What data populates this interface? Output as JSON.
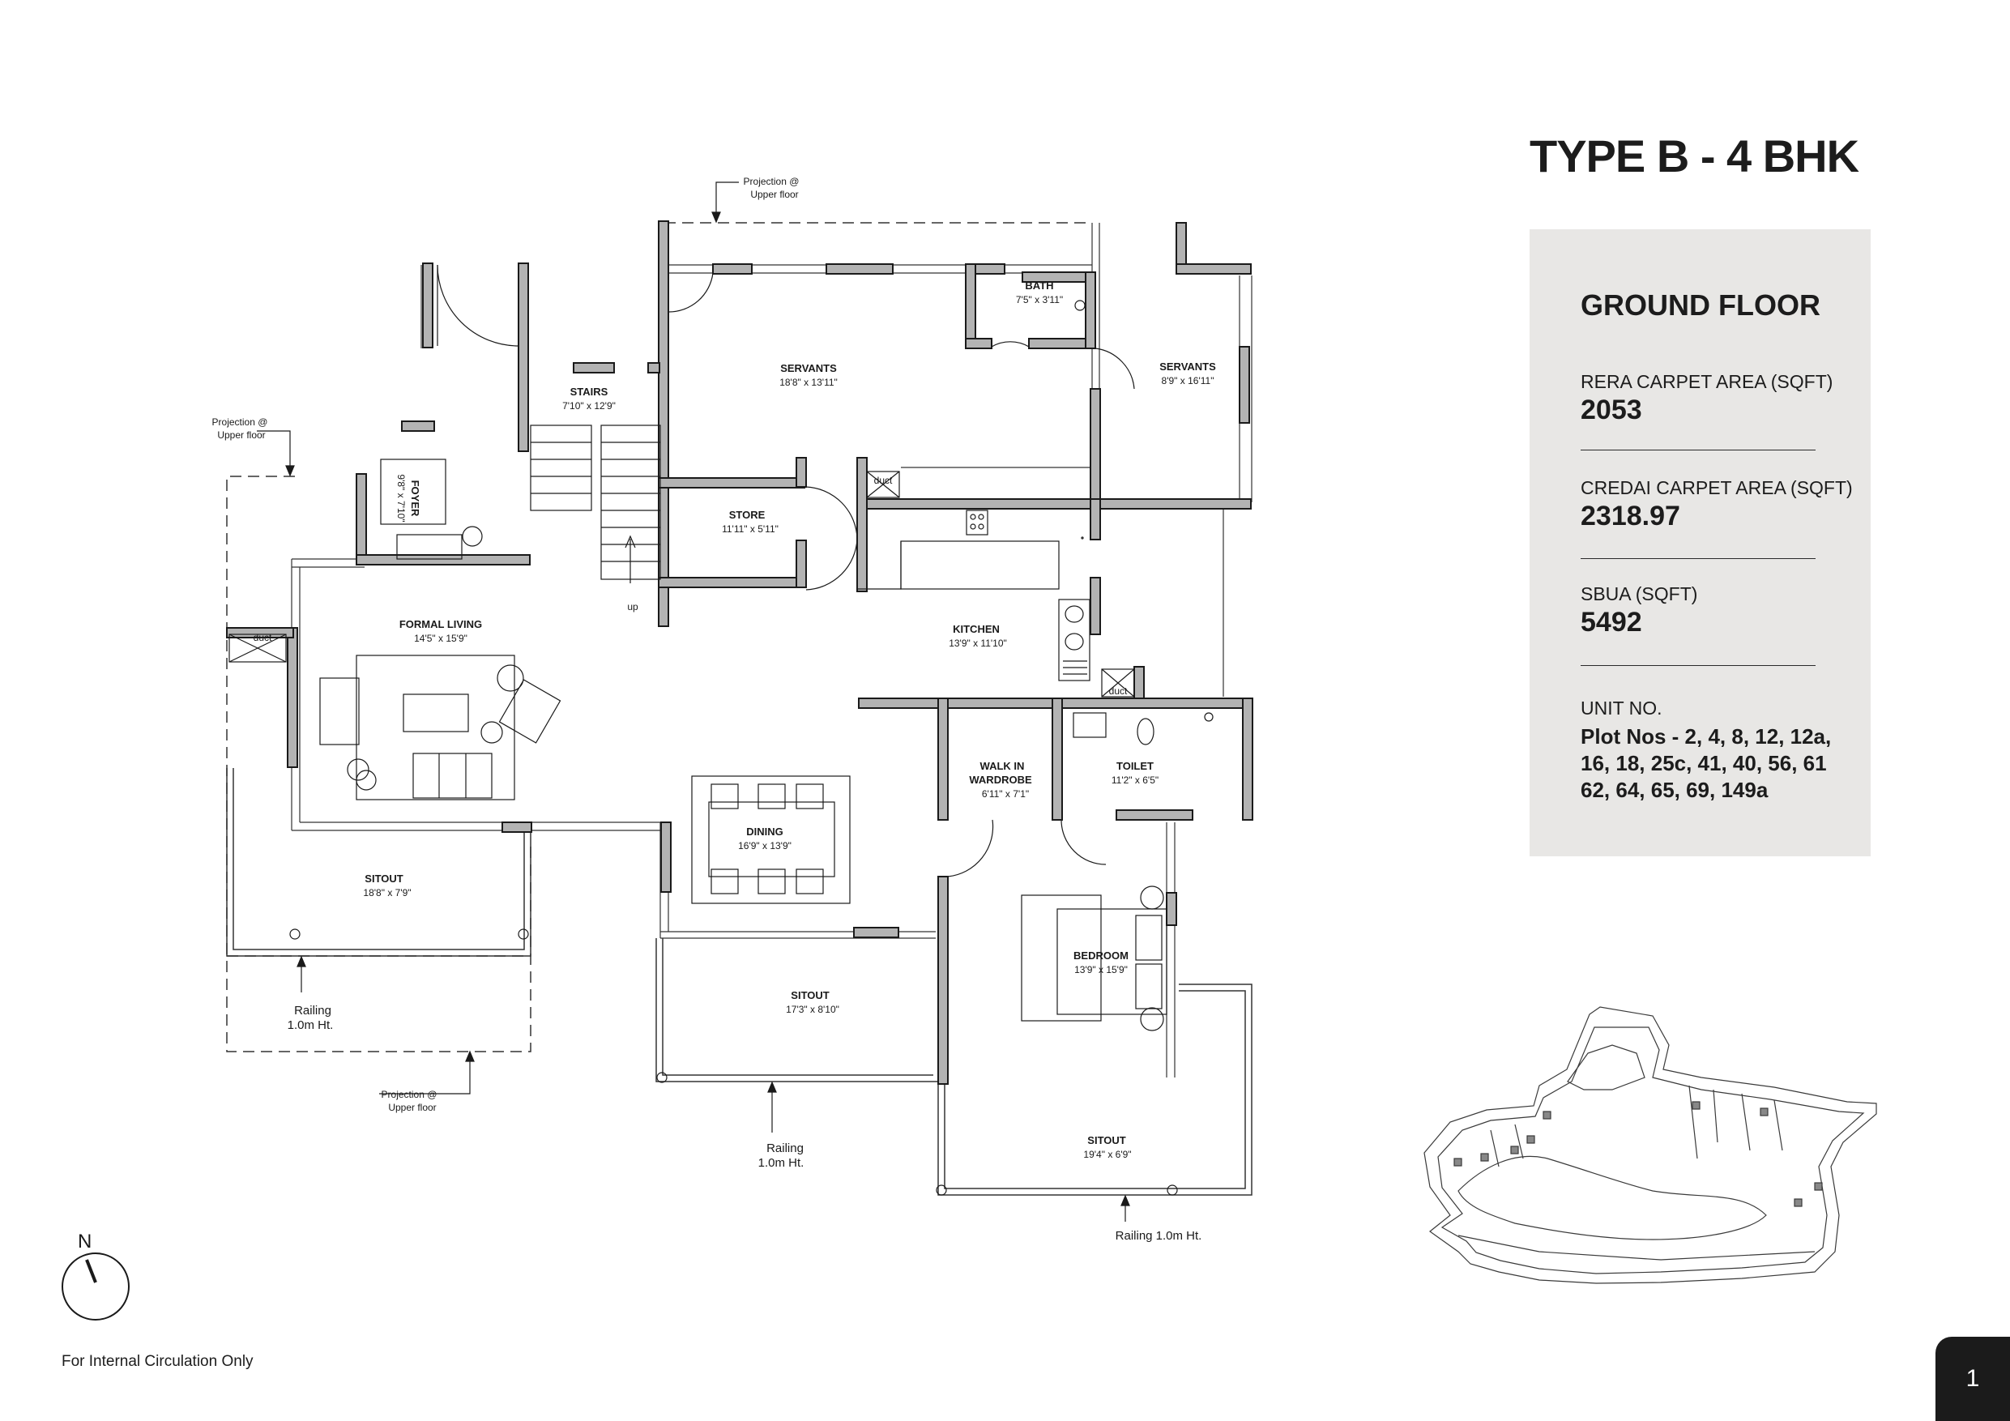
{
  "header": {
    "title": "TYPE B - 4 BHK"
  },
  "info_panel": {
    "floor": "GROUND FLOOR",
    "rera_label": "RERA CARPET AREA (SQFT)",
    "rera_value": "2053",
    "credai_label": "CREDAI CARPET AREA (SQFT)",
    "credai_value": "2318.97",
    "sbua_label": "SBUA (SQFT)",
    "sbua_value": "5492",
    "unit_label": "UNIT NO.",
    "unit_value": "Plot Nos - 2, 4, 8, 12, 12a, 16, 18, 25c, 41, 40, 56, 61 62, 64, 65, 69, 149a"
  },
  "rooms": {
    "servants1": {
      "name": "SERVANTS",
      "dim": "18'8\" x 13'11\""
    },
    "bath": {
      "name": "BATH",
      "dim": "7'5\" x 3'11\""
    },
    "servants2": {
      "name": "SERVANTS",
      "dim": "8'9\" x 16'11\""
    },
    "stairs": {
      "name": "STAIRS",
      "dim": "7'10\" x 12'9\""
    },
    "foyer": {
      "name": "FOYER",
      "dim": "9'8\" x 7'10\""
    },
    "store": {
      "name": "STORE",
      "dim": "11'11\" x 5'11\""
    },
    "kitchen": {
      "name": "KITCHEN",
      "dim": "13'9\" x 11'10\""
    },
    "formal_living": {
      "name": "FORMAL LIVING",
      "dim": "14'5\" x 15'9\""
    },
    "walk_in_1": "WALK IN",
    "walk_in_2": "WARDROBE",
    "walk_in_dim": "6'11\" x 7'1\"",
    "toilet": {
      "name": "TOILET",
      "dim": "11'2\" x 6'5\""
    },
    "dining": {
      "name": "DINING",
      "dim": "16'9\" x 13'9\""
    },
    "bedroom": {
      "name": "BEDROOM",
      "dim": "13'9\" x 15'9\""
    },
    "sitout1": {
      "name": "SITOUT",
      "dim": "18'8\" x 7'9\""
    },
    "sitout2": {
      "name": "SITOUT",
      "dim": "17'3\" x 8'10\""
    },
    "sitout3": {
      "name": "SITOUT",
      "dim": "19'4\" x 6'9\""
    }
  },
  "annotations": {
    "proj_1": "Projection @",
    "proj_2": "Upper floor",
    "railing_1": "Railing",
    "railing_2": "1.0m Ht.",
    "railing_combined": "Railing 1.0m Ht.",
    "up": "up",
    "duct": "duct",
    "north": "N"
  },
  "footer": {
    "note": "For Internal Circulation Only",
    "page": "1"
  }
}
